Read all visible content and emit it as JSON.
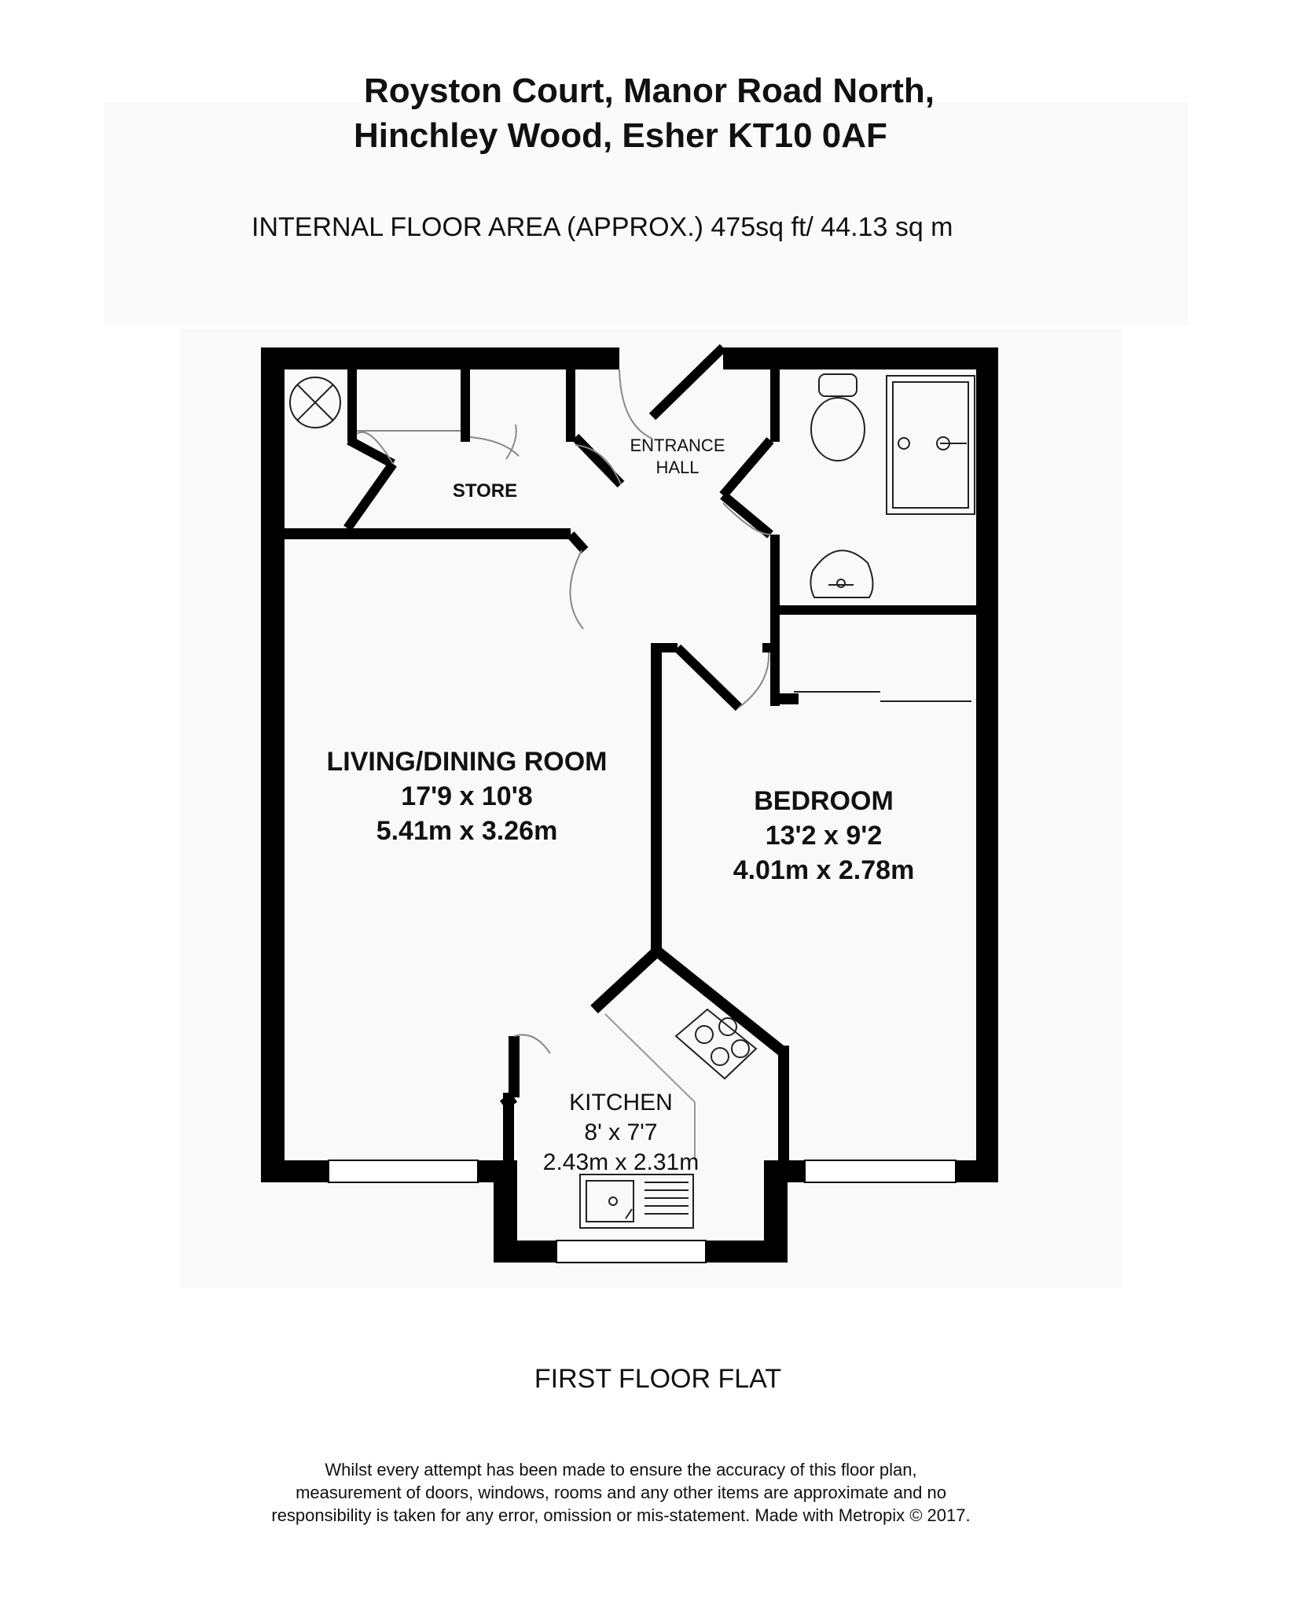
{
  "header": {
    "address_line1": "Royston Court, Manor Road North,",
    "address_line2": "Hinchley Wood, Esher KT10 0AF",
    "floor_area": "INTERNAL FLOOR AREA (APPROX.) 475sq ft/ 44.13 sq m"
  },
  "rooms": {
    "store": {
      "name": "STORE"
    },
    "entrance": {
      "line1": "ENTRANCE",
      "line2": "HALL"
    },
    "living": {
      "name": "LIVING/DINING ROOM",
      "imperial": "17'9 x 10'8",
      "metric": "5.41m x 3.26m"
    },
    "bedroom": {
      "name": "BEDROOM",
      "imperial": "13'2 x 9'2",
      "metric": "4.01m x 2.78m"
    },
    "kitchen": {
      "name": "KITCHEN",
      "imperial": "8' x 7'7",
      "metric": "2.43m x 2.31m"
    }
  },
  "footer": {
    "floor_label": "FIRST FLOOR FLAT",
    "disclaimer_line1": "Whilst every attempt has been made to ensure the accuracy of this floor plan,",
    "disclaimer_line2": "measurement of doors, windows, rooms and any other items are approximate and no",
    "disclaimer_line3": "responsibility is taken for any error, omission or mis-statement. Made with Metropix © 2017."
  },
  "colors": {
    "wall": "#000000",
    "fixture": "#888888",
    "window": "#ffffff"
  }
}
